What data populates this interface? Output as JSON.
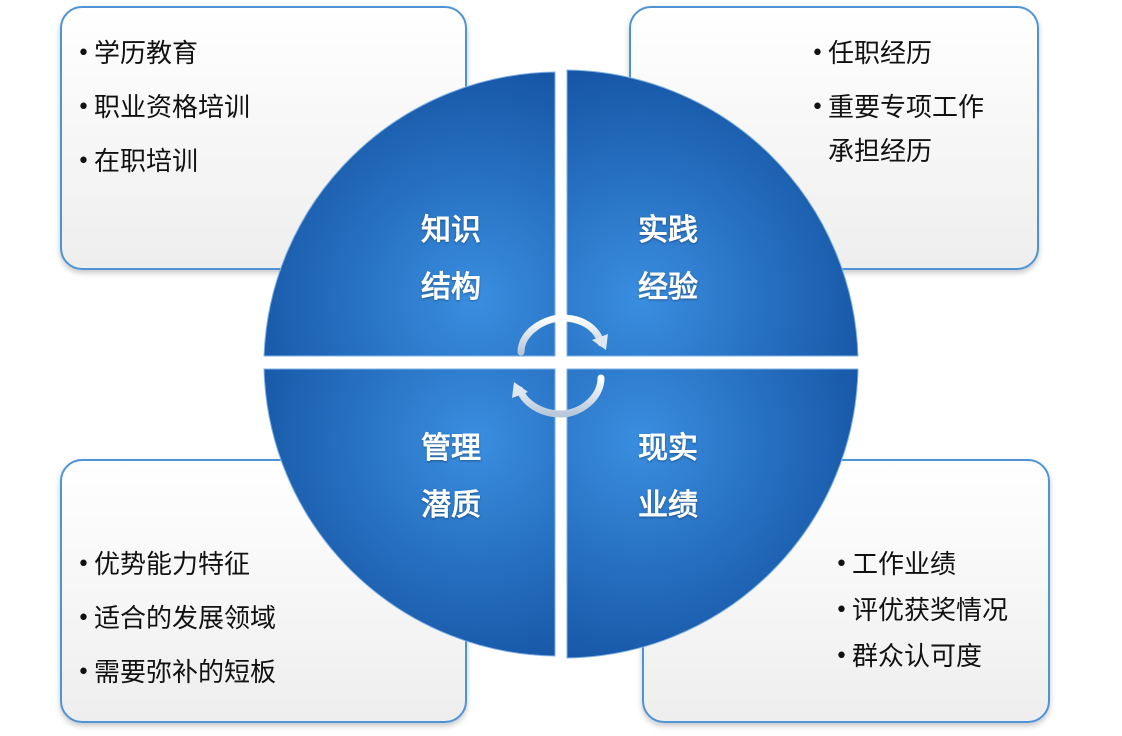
{
  "quadrants": {
    "tl": {
      "label1": "知识",
      "label2": "结构"
    },
    "tr": {
      "label1": "实践",
      "label2": "经验"
    },
    "bl": {
      "label1": "管理",
      "label2": "潜质"
    },
    "br": {
      "label1": "现实",
      "label2": "业绩"
    }
  },
  "cards": {
    "tl": {
      "items": [
        "学历教育",
        "职业资格培训",
        "在职培训"
      ]
    },
    "tr": {
      "items": [
        "任职经历",
        "重要专项工作承担经历"
      ]
    },
    "bl": {
      "items": [
        "优势能力特征",
        "适合的发展领域",
        "需要弥补的短板"
      ]
    },
    "br": {
      "items": [
        "工作业绩",
        "评优获奖情况",
        "群众认可度"
      ]
    }
  },
  "colors": {
    "quadrant_dark": "#0d4796",
    "quadrant_light": "#3a8ee0",
    "card_border": "#4d93d6"
  },
  "icons": {
    "center": "cycle-arrows-icon",
    "bullet": "bullet-dot"
  }
}
